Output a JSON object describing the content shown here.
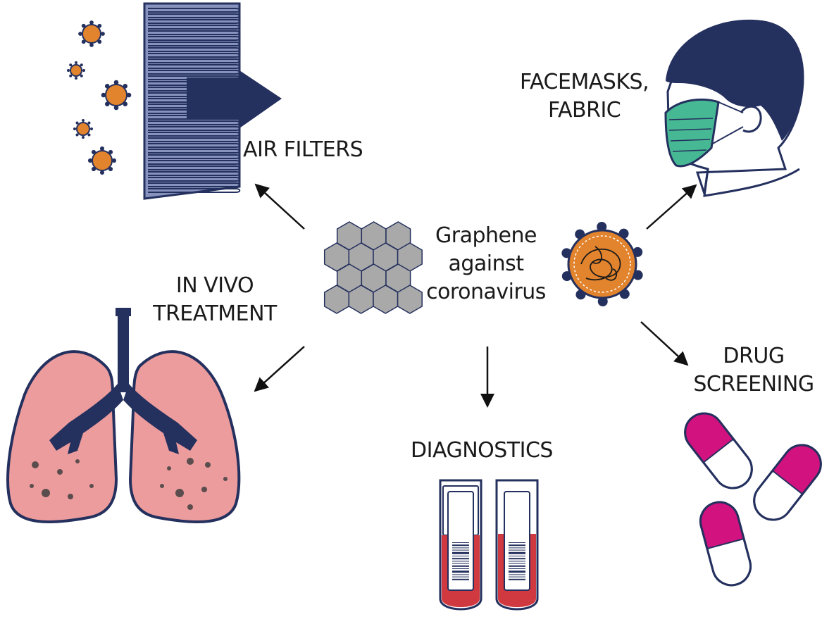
{
  "center": {
    "lines": [
      "Graphene",
      "against",
      "coronavirus"
    ]
  },
  "applications": {
    "air_filters": {
      "label": "AIR FILTERS"
    },
    "facemasks": {
      "lines": [
        "FACEMASKS,",
        "FABRIC"
      ]
    },
    "in_vivo": {
      "lines": [
        "IN VIVO",
        "TREATMENT"
      ]
    },
    "diagnostics": {
      "label": "DIAGNOSTICS"
    },
    "drug_screening": {
      "lines": [
        "DRUG",
        "SCREENING"
      ]
    }
  },
  "colors": {
    "navy": "#24305e",
    "virus_orange": "#e2832d",
    "lung_pink": "#ec9c9c",
    "mask_green": "#47b894",
    "blood_red": "#d0393f",
    "pill_magenta": "#d2127f",
    "graphene_grey": "#a9a9a9",
    "filter_blue": "#7f8bb5"
  },
  "icons": [
    "graphene-lattice-icon",
    "coronavirus-icon",
    "air-filter-icon",
    "person-facemask-icon",
    "lungs-icon",
    "test-tubes-icon",
    "pills-icon"
  ]
}
